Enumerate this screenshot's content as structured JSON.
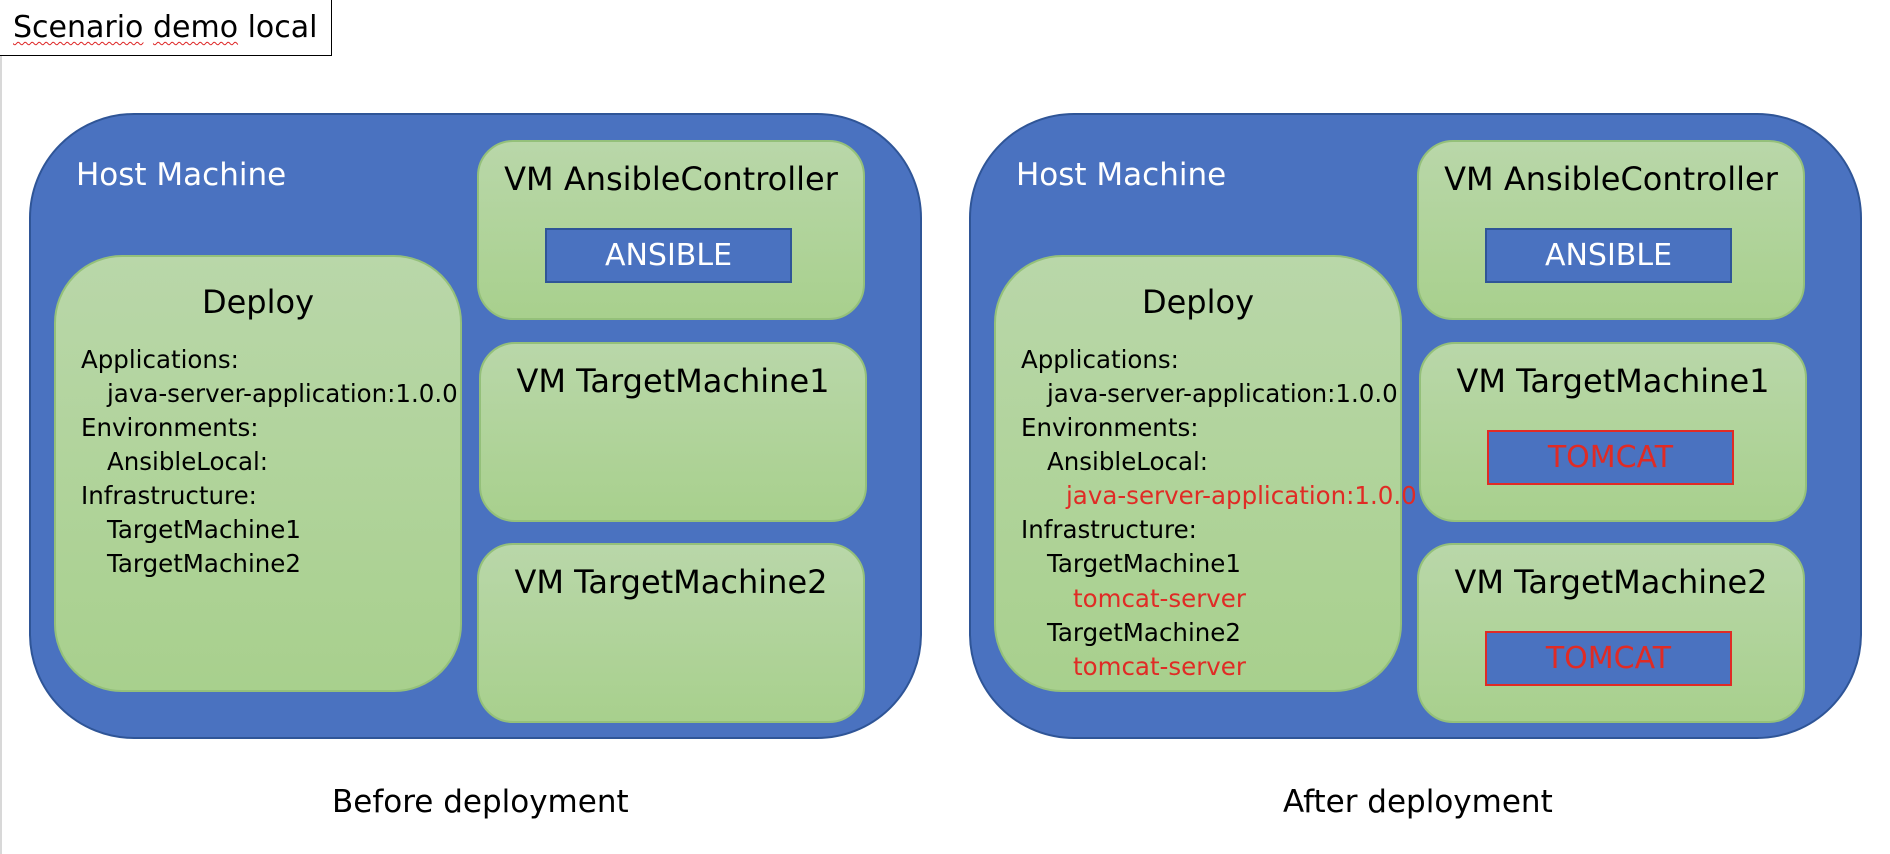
{
  "title": "Scenario demo local",
  "title_words": [
    "Scenario",
    "demo",
    "local"
  ],
  "colors": {
    "host_fill": "#4a72c0",
    "host_border": "#2f5597",
    "box_fill": "#a8d08d",
    "highlight": "#e02b25"
  },
  "panels": [
    {
      "host_label": "Host Machine",
      "caption": "Before deployment",
      "deploy": {
        "title": "Deploy",
        "lines": [
          {
            "text": "Applications:",
            "indent": 0,
            "highlight": false
          },
          {
            "text": "java-server-application:1.0.0",
            "indent": 1,
            "highlight": false
          },
          {
            "text": "Environments:",
            "indent": 0,
            "highlight": false
          },
          {
            "text": "AnsibleLocal:",
            "indent": 1,
            "highlight": false
          },
          {
            "text": "Infrastructure:",
            "indent": 0,
            "highlight": false
          },
          {
            "text": "TargetMachine1",
            "indent": 1,
            "highlight": false
          },
          {
            "text": "TargetMachine2",
            "indent": 1,
            "highlight": false
          }
        ]
      },
      "vms": [
        {
          "title": "VM AnsibleController",
          "tag": "ANSIBLE",
          "tag_type": "ansible"
        },
        {
          "title": "VM TargetMachine1",
          "tag": "",
          "tag_type": ""
        },
        {
          "title": "VM TargetMachine2",
          "tag": "",
          "tag_type": ""
        }
      ]
    },
    {
      "host_label": "Host Machine",
      "caption": "After deployment",
      "deploy": {
        "title": "Deploy",
        "lines": [
          {
            "text": "Applications:",
            "indent": 0,
            "highlight": false
          },
          {
            "text": "java-server-application:1.0.0",
            "indent": 1,
            "highlight": false
          },
          {
            "text": "Environments:",
            "indent": 0,
            "highlight": false
          },
          {
            "text": "AnsibleLocal:",
            "indent": 1,
            "highlight": false
          },
          {
            "text": "java-server-application:1.0.0",
            "indent": 2,
            "highlight": true
          },
          {
            "text": "Infrastructure:",
            "indent": 0,
            "highlight": false
          },
          {
            "text": "TargetMachine1",
            "indent": 1,
            "highlight": false
          },
          {
            "text": "tomcat-server",
            "indent": 2,
            "highlight": true
          },
          {
            "text": "TargetMachine2",
            "indent": 1,
            "highlight": false
          },
          {
            "text": "tomcat-server",
            "indent": 2,
            "highlight": true
          }
        ]
      },
      "vms": [
        {
          "title": "VM AnsibleController",
          "tag": "ANSIBLE",
          "tag_type": "ansible"
        },
        {
          "title": "VM TargetMachine1",
          "tag": "TOMCAT",
          "tag_type": "tomcat"
        },
        {
          "title": "VM TargetMachine2",
          "tag": "TOMCAT",
          "tag_type": "tomcat"
        }
      ]
    }
  ]
}
